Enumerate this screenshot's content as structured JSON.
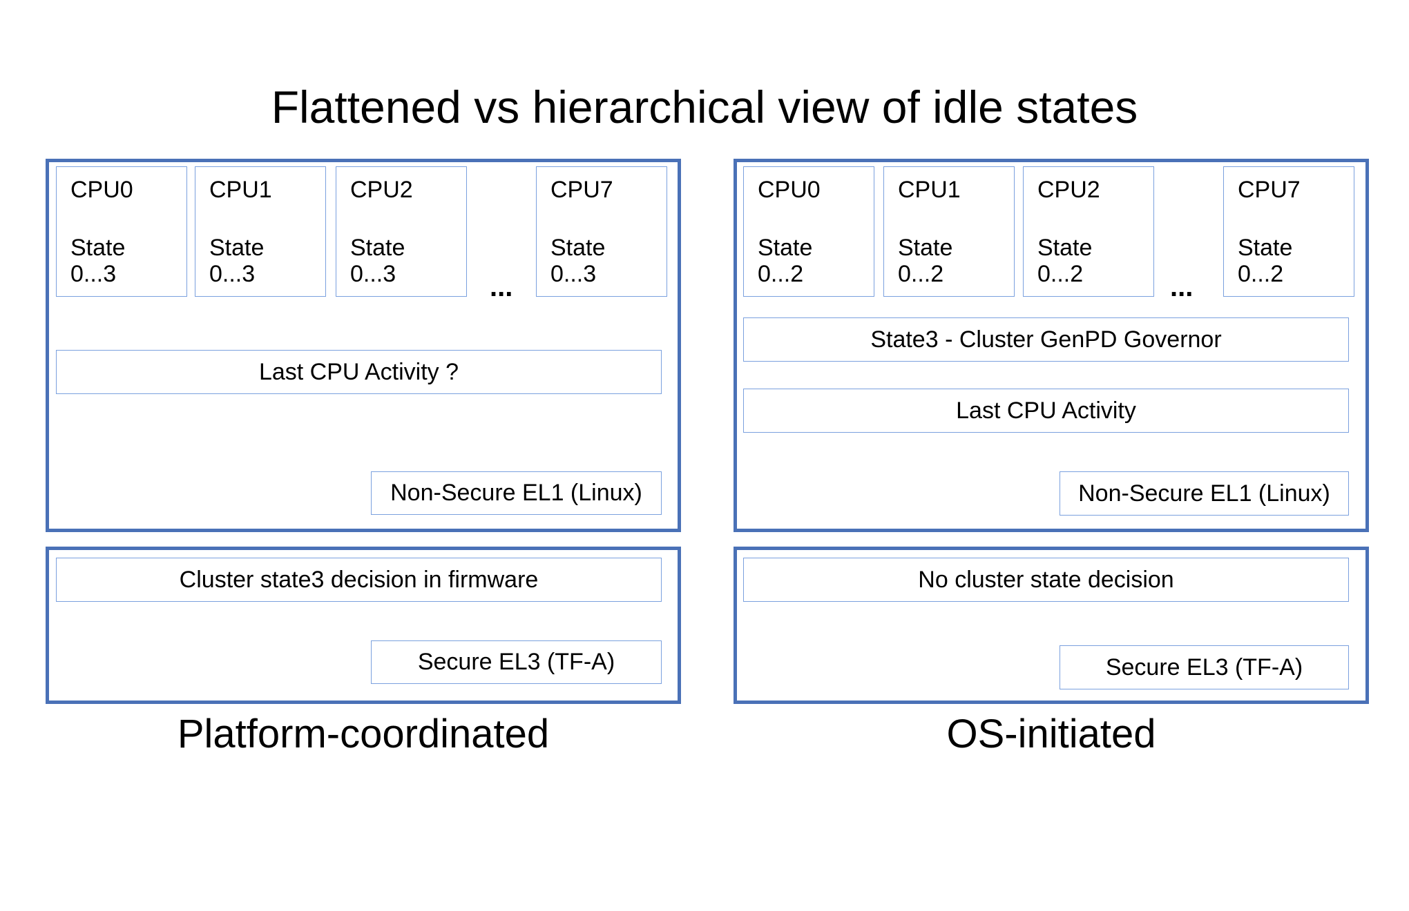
{
  "title": "Flattened vs hierarchical view of idle states",
  "left_panel": {
    "caption": "Platform-coordinated",
    "cpus": [
      {
        "name": "CPU0",
        "state_label": "State",
        "range": "0...3"
      },
      {
        "name": "CPU1",
        "state_label": "State",
        "range": "0...3"
      },
      {
        "name": "CPU2",
        "state_label": "State",
        "range": "0...3"
      },
      {
        "name": "CPU7",
        "state_label": "State",
        "range": "0...3"
      }
    ],
    "ellipsis": "...",
    "activity": "Last CPU Activity ?",
    "non_secure": "Non-Secure EL1 (Linux)",
    "decision": "Cluster state3 decision in firmware",
    "secure": "Secure EL3 (TF-A)"
  },
  "right_panel": {
    "caption": "OS-initiated",
    "cpus": [
      {
        "name": "CPU0",
        "state_label": "State",
        "range": "0...2"
      },
      {
        "name": "CPU1",
        "state_label": "State",
        "range": "0...2"
      },
      {
        "name": "CPU2",
        "state_label": "State",
        "range": "0...2"
      },
      {
        "name": "CPU7",
        "state_label": "State",
        "range": "0...2"
      }
    ],
    "ellipsis": "...",
    "governor": "State3 - Cluster GenPD Governor",
    "activity": "Last CPU Activity",
    "non_secure": "Non-Secure EL1 (Linux)",
    "decision": "No cluster state decision",
    "secure": "Secure EL3 (TF-A)"
  },
  "colors": {
    "frame": "#4a71b7",
    "box": "#7aa0de"
  }
}
